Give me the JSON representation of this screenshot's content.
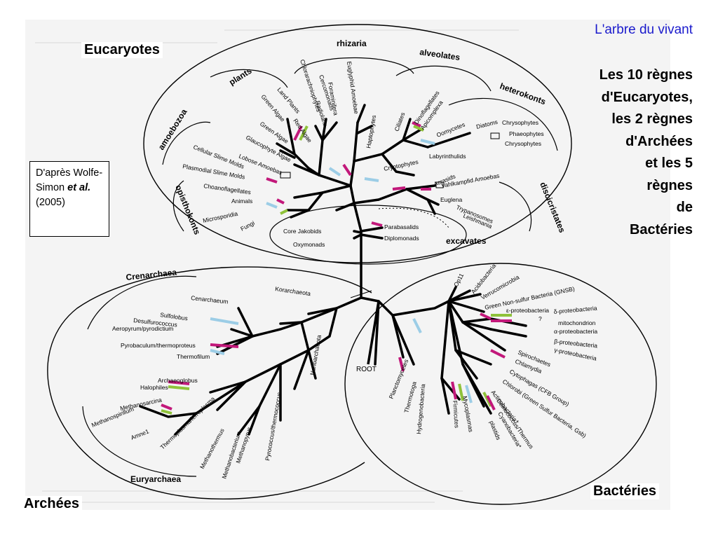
{
  "title": "L'arbre du vivant",
  "description": "Les 10 règnes\nd'Eucaryotes,\nles 2 règnes\nd'Archées\net les 5\nrègnes\nde\nBactéries",
  "domains": {
    "eukaryotes": "Eucaryotes",
    "archaea": "Archées",
    "bacteria": "Bactéries"
  },
  "reference": {
    "prefix": "D'après Wolfe-Simon ",
    "italic": "et al.",
    "year": " (2005)"
  },
  "root_label": "ROOT",
  "colors": {
    "green": "#8fc23a",
    "magenta": "#c2187a",
    "blue": "#9ccde6"
  },
  "groups": {
    "rhizaria": "rhizaria",
    "alveolates": "alveolates",
    "heterokonts": "heterokonts",
    "plants": "plants",
    "amoebozoa": "amoebozoa",
    "opisthokonts": "opisthokonts",
    "discicristates": "discicristates",
    "excavates": "excavates",
    "crenarchaea": "Crenarchaea",
    "euryarchaea": "Euryarchaea"
  },
  "eukaryote_taxa": [
    "Land Plants",
    "Green Algae",
    "Red Algae",
    "Green Algae",
    "Glaucophyte Algae",
    "Chlorarachniophytes",
    "Cercomonads",
    "Foraminifera",
    "Radiolaria",
    "Euglyphid Amoebae",
    "Haptophytes",
    "Ciliates",
    "Dinoflagellates",
    "Apicomplexa",
    "Oomycetes",
    "Diatoms",
    "Chrysophytes",
    "Phaeophytes",
    "Chrysophytes",
    "Labyrinthulids",
    "Cryptophytes",
    "Lobose Amoebas",
    "Cellular Slime Molds",
    "Plasmodial Slime Molds",
    "Choanoflagellates",
    "Animals",
    "Microsporidia",
    "Fungi",
    "Acrasids",
    "Vahlkampfid Amoebas",
    "Euglena",
    "Trypanosomes",
    "Leishmania",
    "Parabasalids",
    "Diplomonads",
    "Core Jakobids",
    "Oxymonads"
  ],
  "archaea_taxa": [
    "Korarchaeota",
    "Cenarchaeum",
    "Sulfolobus",
    "Desulfurococcus",
    "Aeropyrum/pyrodictium",
    "Pyrobaculum/thermoproteus",
    "Thermofilum",
    "Nanoarchaeota",
    "Archaeoglobus",
    "Halophiles",
    "Methanosarcina",
    "Methanospirillum",
    "Amne1",
    "Thermoplasma/ferroplasma",
    "Methanothermus",
    "Methanobacterium",
    "Methanopyrus",
    "Pyrococcus/thermococcus"
  ],
  "bacteria_taxa": [
    "Op11",
    "Acidobacteria",
    "Verrucomicrobia",
    "Green Non-sulfur Bacteria (GNSB)",
    "ε-proteobacteria",
    "δ-proteobacteria",
    "?",
    "mitochondrion",
    "α-proteobacteria",
    "β-proteobacteria",
    "γ-proteobacteria",
    "Spirochaetes",
    "Chlamydia",
    "Cytophagas (CFB Group)",
    "Chlorobi (Green Sulfur Bacteria, Gsb)",
    "Actinobacteria†",
    "Deinococcus/Thermus",
    "Cyanobacteria*",
    "plastids",
    "Mycoplasmas",
    "Firmicutes",
    "Hydrogenobacteria",
    "Thermotoga",
    "Planctomycetes"
  ]
}
